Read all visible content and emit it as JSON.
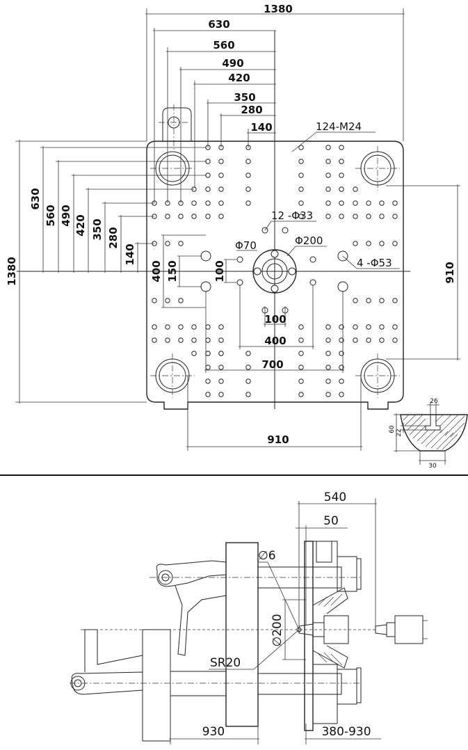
{
  "top_view": {
    "dims": {
      "overall_width": "1380",
      "w630": "630",
      "w560": "560",
      "w490": "490",
      "w420": "420",
      "w350": "350",
      "w280": "280",
      "w140": "140",
      "overall_height": "1380",
      "h630": "630",
      "h560": "560",
      "h490": "490",
      "h420": "420",
      "h350": "350",
      "h280": "280",
      "h140": "140",
      "h400": "400",
      "h150": "150",
      "h100": "100",
      "right_910": "910",
      "bottom_910": "910",
      "b100": "100",
      "b400": "400",
      "b700": "700"
    },
    "callouts": {
      "tapped_holes": "124-M24",
      "small_holes": "12 -Φ33",
      "phi70": "Φ70",
      "phi200": "Φ200",
      "tie_bar_holes": "4 -Φ53"
    },
    "detail": {
      "d26": "26",
      "d60": "60",
      "d22": "22",
      "d30": "30"
    }
  },
  "side_view": {
    "dims": {
      "d540": "540",
      "d50": "50",
      "phi6": "∅6",
      "phi200": "∅200",
      "sr20": "SR20",
      "d930": "930",
      "d380_930": "380-930"
    }
  }
}
